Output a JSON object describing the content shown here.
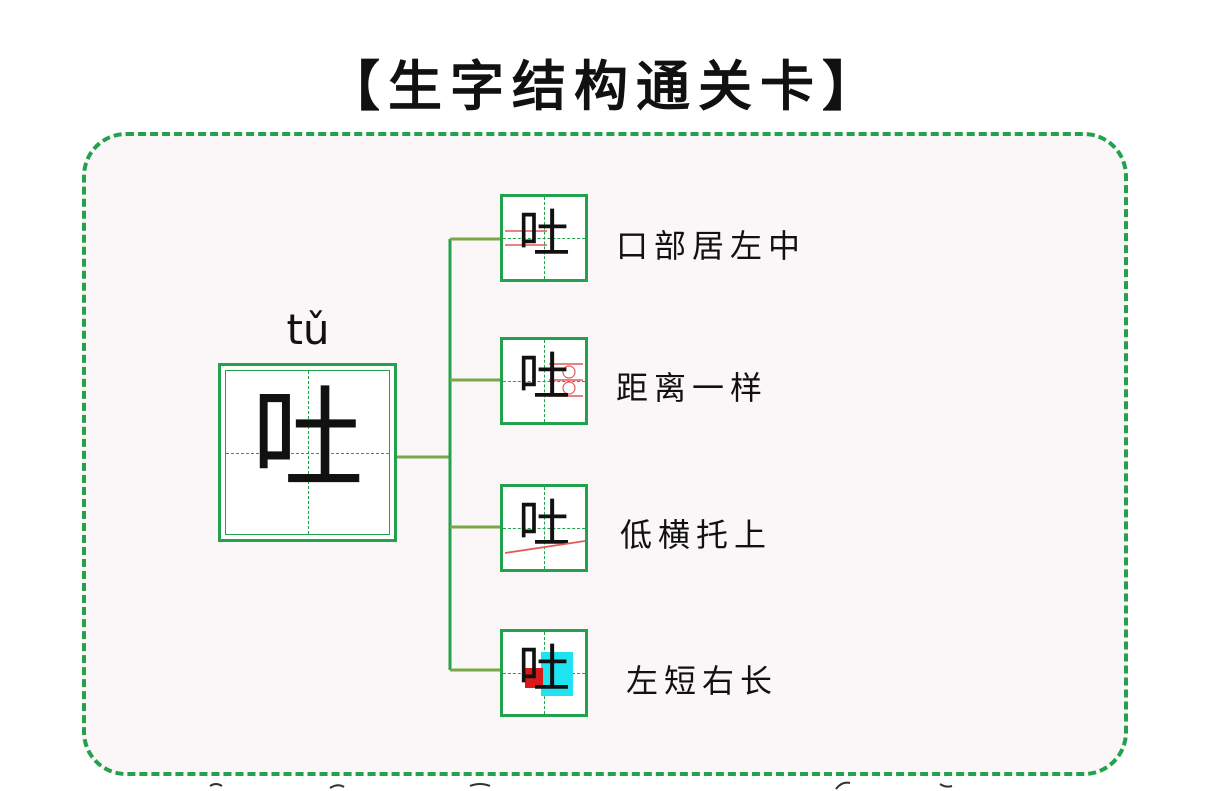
{
  "title": "【生字结构通关卡】",
  "character": {
    "pinyin": "tǔ",
    "char": "吐"
  },
  "rules": [
    {
      "char": "吐",
      "label": "口部居左中"
    },
    {
      "char": "吐",
      "label": "距离一样"
    },
    {
      "char": "吐",
      "label": "低横托上"
    },
    {
      "char": "吐",
      "label": "左短右长"
    }
  ],
  "colors": {
    "border_green": "#23a24d",
    "connector_green": "#7aa846",
    "card_background": "#fbf6f7",
    "highlight_cyan": "#1fe3f0",
    "highlight_red": "#d91a1a",
    "guide_red": "#e25a5a"
  }
}
